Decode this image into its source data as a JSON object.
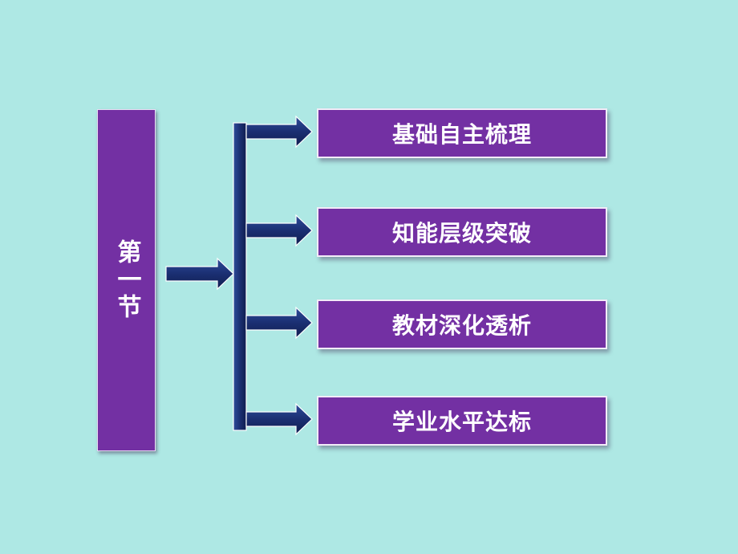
{
  "section": {
    "label": "第一节"
  },
  "items": [
    {
      "label": "基础自主梳理"
    },
    {
      "label": "知能层级突破"
    },
    {
      "label": "教材深化透析"
    },
    {
      "label": "学业水平达标"
    }
  ],
  "colors": {
    "background": "#aee8e4",
    "box": "#7330a3",
    "arrow": "#1a2f72"
  }
}
